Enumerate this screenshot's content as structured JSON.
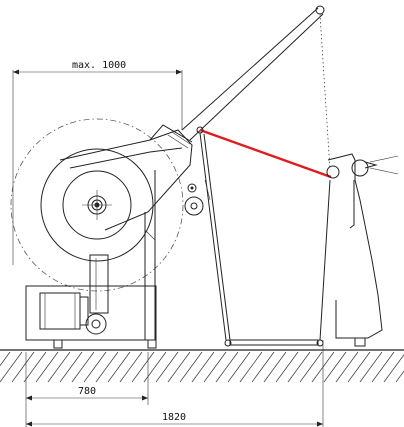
{
  "dimensions": {
    "max_width": "max. 1000",
    "base_to_frame": "780",
    "overall": "1820"
  },
  "colors": {
    "web_line": "#e01c1c",
    "ink": "#222222"
  }
}
